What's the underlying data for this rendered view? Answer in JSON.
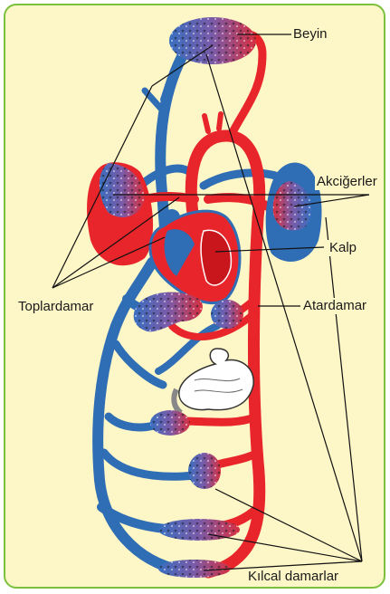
{
  "labels": {
    "brain": "Beyin",
    "lungs": "Akciğerler",
    "heart": "Kalp",
    "vein": "Toplardamar",
    "artery": "Atardamar",
    "capillaries": "Kılcal damarlar"
  },
  "colors": {
    "background": "#fdf6c7",
    "border": "#7cc13e",
    "artery": "#e8252a",
    "vein": "#2f6db5",
    "leader_line": "#111111"
  }
}
